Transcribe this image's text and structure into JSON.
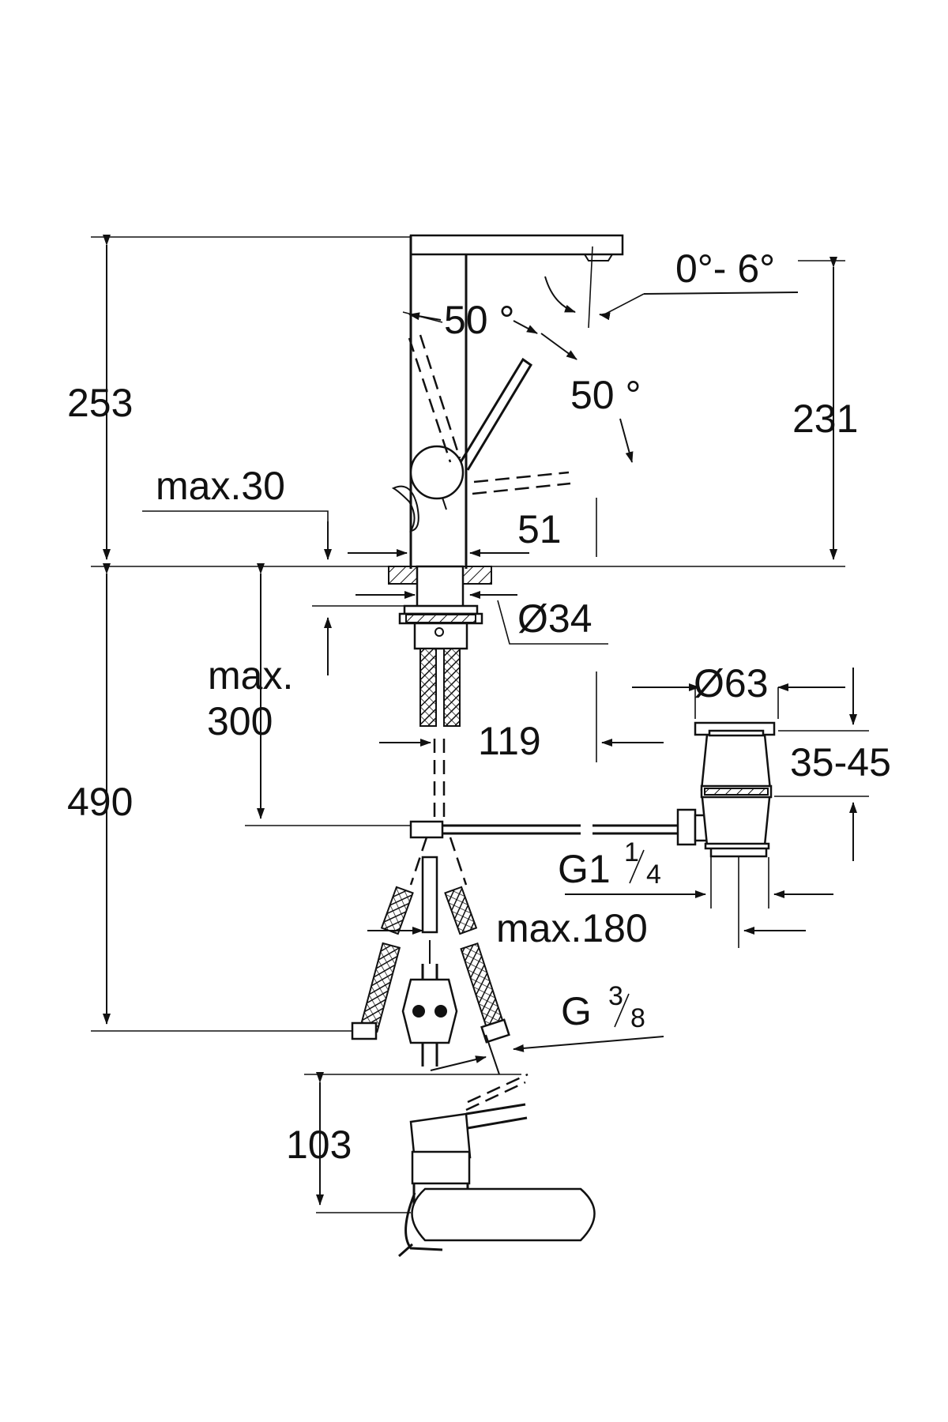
{
  "dimensions": {
    "height_total": "253",
    "spout_height": "231",
    "handle_angle_back": "50 °",
    "handle_angle_front": "50 °",
    "spout_tilt": "0°- 6°",
    "max_deck": "max.30",
    "body_width": "51",
    "hole_diameter": "Ø34",
    "max_depth": "max.",
    "max_depth_value": "300",
    "supply_length": "490",
    "projection": "119",
    "waste_diameter": "Ø63",
    "waste_range": "35-45",
    "waste_thread_main": "G1",
    "waste_thread_num": "1",
    "waste_thread_den": "4",
    "supply_spread": "max.180",
    "supply_thread_main": "G",
    "supply_thread_num": "3",
    "supply_thread_den": "8",
    "handle_height": "103"
  }
}
